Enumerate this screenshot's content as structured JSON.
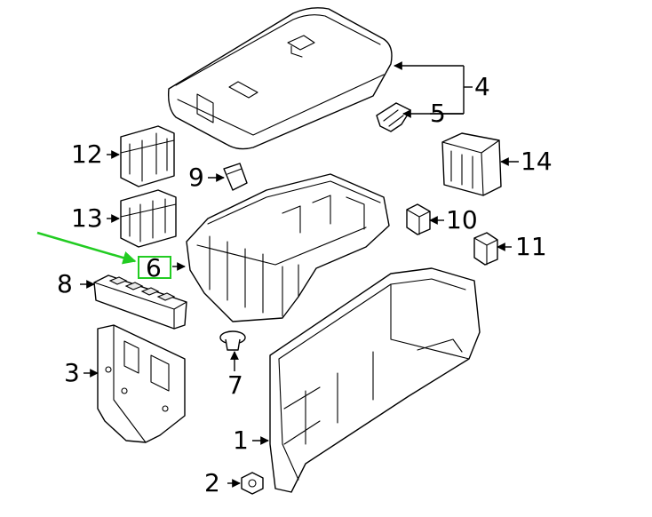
{
  "callouts": [
    {
      "id": "1",
      "label": "1"
    },
    {
      "id": "2",
      "label": "2"
    },
    {
      "id": "3",
      "label": "3"
    },
    {
      "id": "4",
      "label": "4"
    },
    {
      "id": "5",
      "label": "5"
    },
    {
      "id": "6",
      "label": "6"
    },
    {
      "id": "7",
      "label": "7"
    },
    {
      "id": "8",
      "label": "8"
    },
    {
      "id": "9",
      "label": "9"
    },
    {
      "id": "10",
      "label": "10"
    },
    {
      "id": "11",
      "label": "11"
    },
    {
      "id": "12",
      "label": "12"
    },
    {
      "id": "13",
      "label": "13"
    },
    {
      "id": "14",
      "label": "14"
    }
  ],
  "annotation": {
    "color": "#22cc22",
    "highlighted_callout": "6"
  },
  "icons": {
    "pointer": "arrow-icon",
    "highlight": "highlight-box"
  }
}
